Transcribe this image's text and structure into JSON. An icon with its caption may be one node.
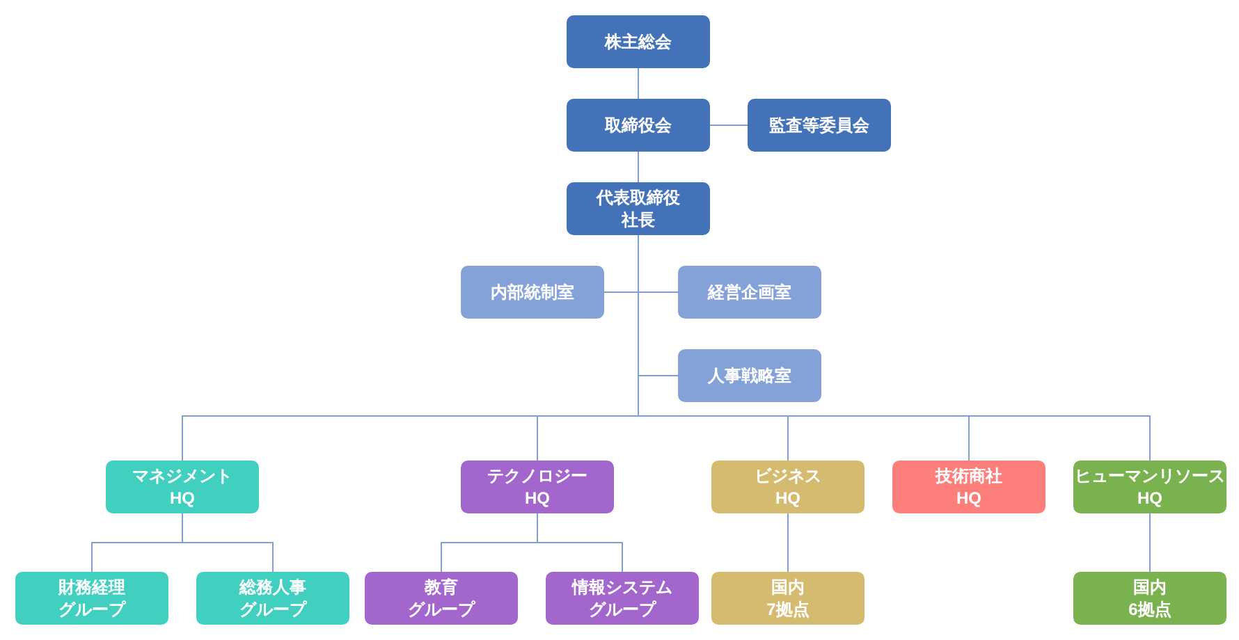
{
  "diagram": {
    "nodes": [
      {
        "text": [
          "株主総会"
        ]
      },
      {
        "text": [
          "取締役会"
        ]
      },
      {
        "text": [
          "監査等委員会"
        ]
      },
      {
        "text": [
          "代表取締役社長"
        ]
      },
      {
        "text": [
          "内部統制室"
        ]
      },
      {
        "text": [
          "経営企画室"
        ]
      },
      {
        "text": [
          "人事戦略室"
        ]
      },
      {
        "text": [
          "マネジメント HQ"
        ]
      },
      {
        "text": [
          "テクノロジー HQ"
        ]
      },
      {
        "text": [
          "ビジネス HQ"
        ]
      },
      {
        "text": [
          "技術商社 HQ"
        ]
      },
      {
        "text": [
          "ヒューマンリソース HQ"
        ]
      },
      {
        "text": [
          "財務経理グループ"
        ]
      },
      {
        "text": [
          "総務人事グループ"
        ]
      },
      {
        "text": [
          "教育グループ"
        ]
      },
      {
        "text": [
          "情報システムグループ"
        ]
      },
      {
        "text": [
          "国内7拠点"
        ]
      },
      {
        "text": [
          "国内6拠点"
        ]
      }
    ],
    "edges": [
      {
        "from": 0,
        "to": 1,
        "arrow": "none"
      },
      {
        "from": 1,
        "to": 2,
        "arrow": "none"
      },
      {
        "from": 1,
        "to": 3,
        "arrow": "none"
      },
      {
        "from": 3,
        "to": 4,
        "arrow": "none"
      },
      {
        "from": 3,
        "to": 5,
        "arrow": "none"
      },
      {
        "from": 3,
        "to": 6,
        "arrow": "none"
      },
      {
        "from": 3,
        "to": 7,
        "arrow": "none"
      },
      {
        "from": 3,
        "to": 8,
        "arrow": "none"
      },
      {
        "from": 3,
        "to": 9,
        "arrow": "none"
      },
      {
        "from": 3,
        "to": 10,
        "arrow": "none"
      },
      {
        "from": 3,
        "to": 11,
        "arrow": "none"
      },
      {
        "from": 7,
        "to": 12,
        "arrow": "none"
      },
      {
        "from": 7,
        "to": 13,
        "arrow": "none"
      },
      {
        "from": 8,
        "to": 14,
        "arrow": "none"
      },
      {
        "from": 8,
        "to": 15,
        "arrow": "none"
      },
      {
        "from": 9,
        "to": 16,
        "arrow": "none"
      },
      {
        "from": 11,
        "to": 17,
        "arrow": "none"
      }
    ]
  }
}
